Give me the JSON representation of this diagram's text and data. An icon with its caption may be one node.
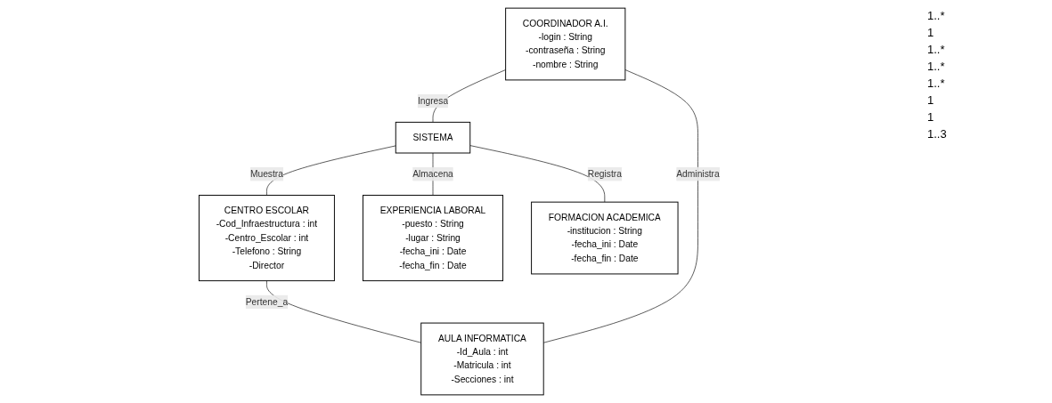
{
  "diagram": {
    "nodes": [
      {
        "text": [
          "COORDINADOR A.I.",
          "-login : String",
          "-contraseña : String",
          "-nombre : String"
        ]
      },
      {
        "text": [
          "SISTEMA"
        ]
      },
      {
        "text": [
          "FORMACION ACADEMICA",
          "-institucion : String",
          "-fecha_ini : Date",
          "-fecha_fin : Date"
        ]
      },
      {
        "text": [
          "EXPERIENCIA LABORAL",
          "-puesto : String",
          "-lugar : String",
          "-fecha_ini : Date",
          "-fecha_fin : Date"
        ]
      },
      {
        "text": [
          "CENTRO ESCOLAR",
          "-Cod_Infraestructura : int",
          "-Centro_Escolar : int",
          "-Telefono : String",
          "-Director"
        ]
      },
      {
        "text": [
          "AULA INFORMATICA",
          "-Id_Aula : int",
          "-Matricula : int",
          "-Secciones : int"
        ]
      }
    ],
    "edges": [
      {
        "from": 0,
        "to": 1,
        "arrow": "none",
        "label": "Ingresa"
      },
      {
        "from": 1,
        "to": 4,
        "arrow": "none",
        "label": "Muestra"
      },
      {
        "from": 1,
        "to": 3,
        "arrow": "none",
        "label": "Almacena"
      },
      {
        "from": 1,
        "to": 2,
        "arrow": "none",
        "label": "Registra"
      },
      {
        "from": 0,
        "to": 5,
        "arrow": "none",
        "label": "Administra"
      },
      {
        "from": 4,
        "to": 5,
        "arrow": "none",
        "label": "Pertene_a"
      }
    ],
    "labels": [
      "1..*",
      "1",
      "1..*",
      "1..*",
      "1..*",
      "1",
      "1",
      "1..3"
    ]
  }
}
